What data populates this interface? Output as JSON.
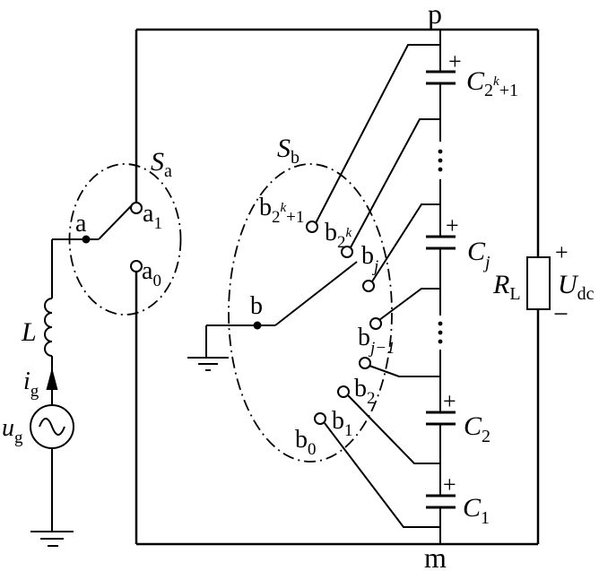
{
  "figure": {
    "type": "circuit-schematic",
    "description": "Single-phase multilevel switched-capacitor rectifier with selector switches Sa and Sb, capacitor stack C1..C2^k+1, input source ug with inductor L, and DC load RL/Udc",
    "colors": {
      "ink": "#000000",
      "background": "#ffffff"
    }
  },
  "nodes": {
    "p": "p",
    "m": "m",
    "a": "a",
    "b": "b"
  },
  "source_branch": {
    "inductor": "L",
    "current": {
      "base": "i",
      "sub": "g"
    },
    "voltage": {
      "base": "u",
      "sub": "g"
    }
  },
  "switch_a": {
    "label": {
      "base": "S",
      "sub": "a"
    },
    "contacts": {
      "a1": {
        "base": "a",
        "sub": "1"
      },
      "a0": {
        "base": "a",
        "sub": "0"
      }
    }
  },
  "switch_b": {
    "label": {
      "base": "S",
      "sub": "b"
    },
    "contacts": {
      "b_2k1": {
        "base": "b",
        "sub": "2",
        "sup": "k",
        "tail": "+1"
      },
      "b_2k": {
        "base": "b",
        "sub": "2",
        "sup": "k"
      },
      "b_j": {
        "base": "b",
        "sub": "j"
      },
      "b_jm1": {
        "base": "b",
        "sub": "j−1"
      },
      "b_2": {
        "base": "b",
        "sub": "2"
      },
      "b_1": {
        "base": "b",
        "sub": "1"
      },
      "b_0": {
        "base": "b",
        "sub": "0"
      }
    }
  },
  "capacitors": {
    "c_2k1": {
      "base": "C",
      "sub": "2",
      "sup": "k",
      "tail": "+1",
      "polarity": "+"
    },
    "c_j": {
      "base": "C",
      "sub": "j",
      "polarity": "+"
    },
    "c_2": {
      "base": "C",
      "sub": "2",
      "polarity": "+"
    },
    "c_1": {
      "base": "C",
      "sub": "1",
      "polarity": "+"
    }
  },
  "load": {
    "resistor": {
      "base": "R",
      "sub": "L"
    },
    "voltage": {
      "base": "U",
      "sub": "dc"
    },
    "plus": "+",
    "minus": "−"
  }
}
